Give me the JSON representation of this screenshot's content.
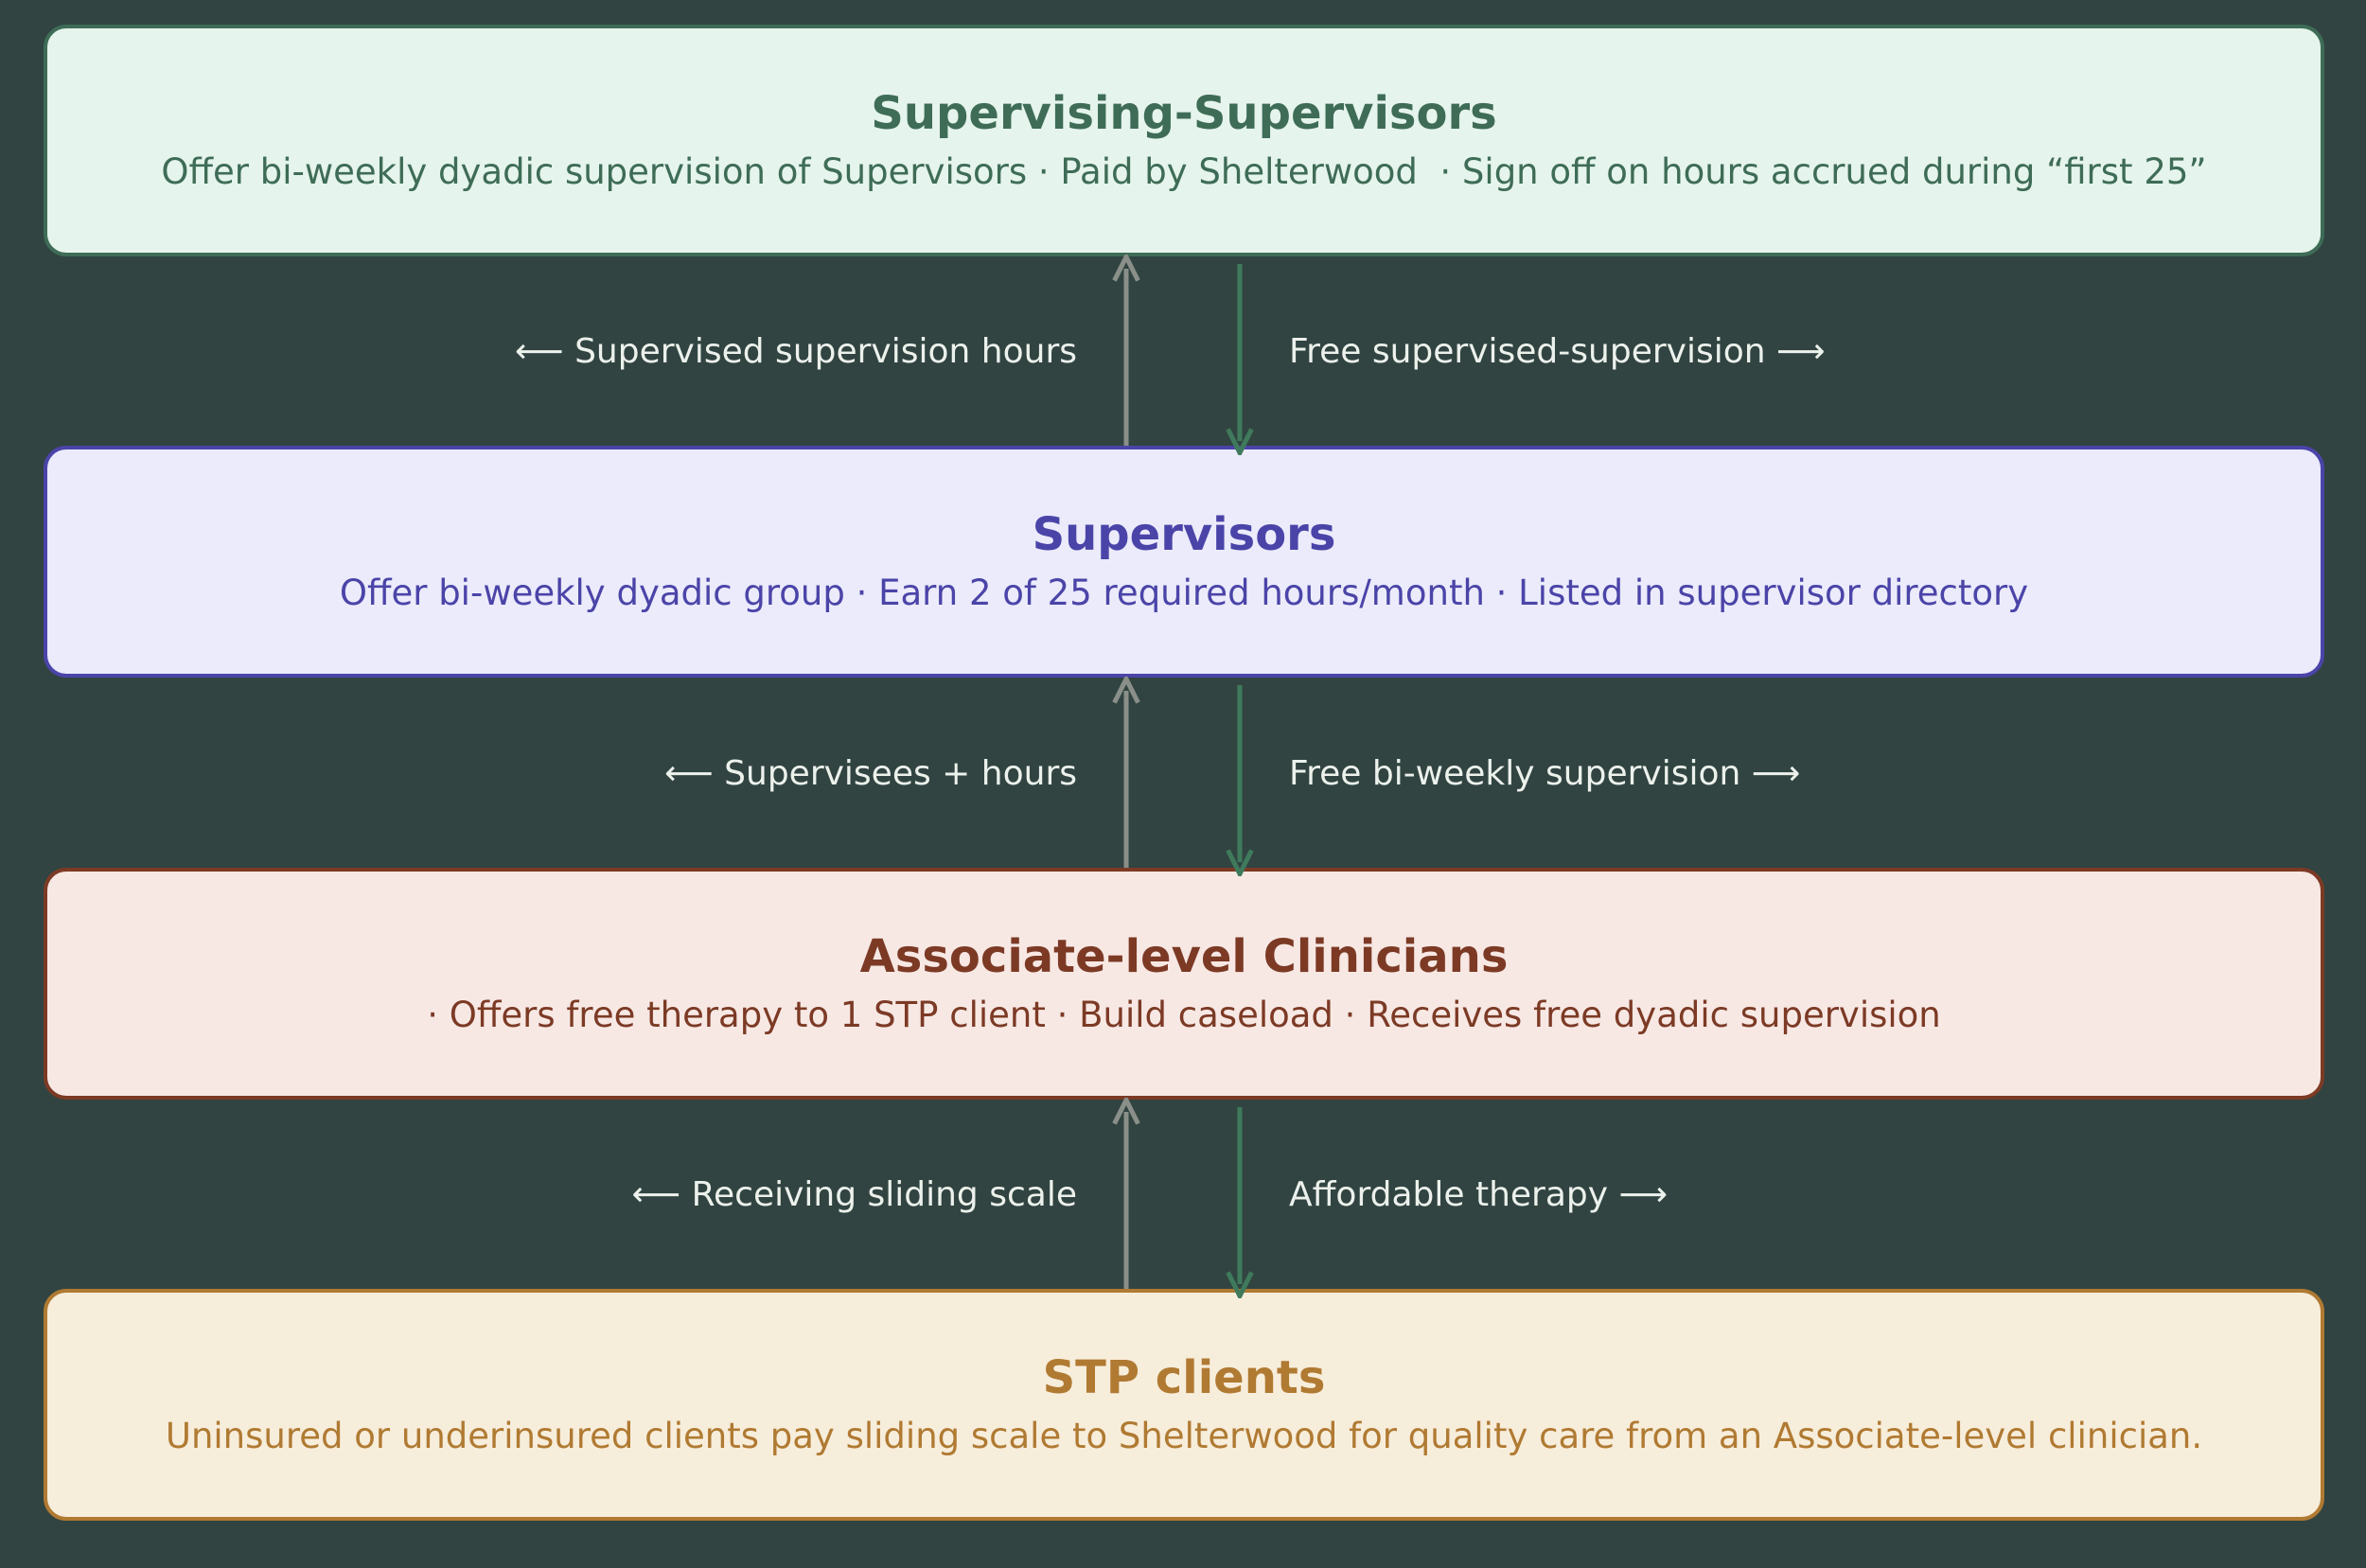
{
  "colors": {
    "background": "#314441",
    "up_arrow": "#8a8f89",
    "down_arrow": "#3f7a5c",
    "label_text": "#ecf1ec"
  },
  "tiers": [
    {
      "title": "Supervising-Supervisors",
      "description": "Offer bi-weekly dyadic supervision of Supervisors · Paid by Shelterwood  · Sign off on hours accrued during “first 25”"
    },
    {
      "title": "Supervisors",
      "description": "Offer bi-weekly dyadic group · Earn 2 of 25 required hours/month · Listed in supervisor directory"
    },
    {
      "title": "Associate-level Clinicians",
      "description": "· Offers free therapy to 1 STP client · Build caseload · Receives free dyadic supervision"
    },
    {
      "title": "STP clients",
      "description": "Uninsured or underinsured clients pay sliding scale to Shelterwood for quality care from an Associate-level clinician."
    }
  ],
  "flows": [
    {
      "up_label": "⟵ Supervised supervision hours",
      "down_label": "Free supervised-supervision ⟶"
    },
    {
      "up_label": "⟵ Supervisees + hours",
      "down_label": "Free bi-weekly supervision ⟶"
    },
    {
      "up_label": "⟵ Receiving sliding scale",
      "down_label": "Affordable therapy ⟶"
    }
  ]
}
